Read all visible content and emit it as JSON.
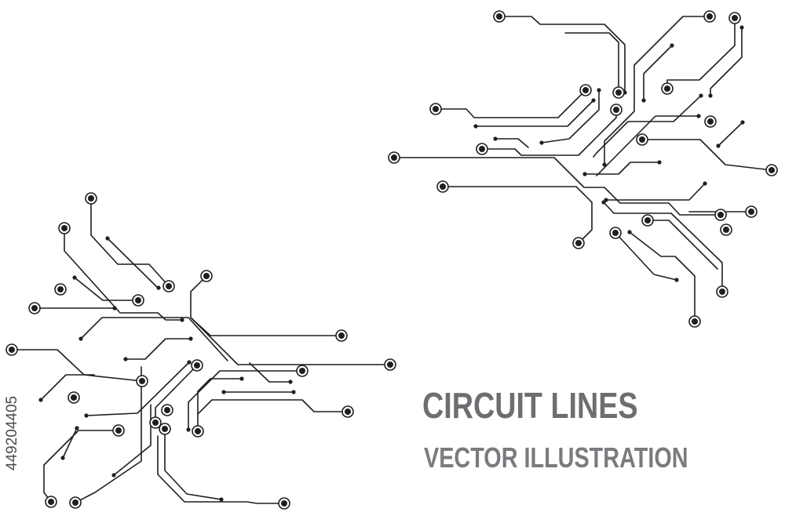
{
  "heading": {
    "title": "CIRCUIT LINES",
    "subtitle": "VECTOR ILLUSTRATION"
  },
  "stock_id": "449204405",
  "colors": {
    "background": "#ffffff",
    "circuit": "#1f1f1f",
    "title": "#6d6e71",
    "subtitle": "#7a7b7e"
  }
}
